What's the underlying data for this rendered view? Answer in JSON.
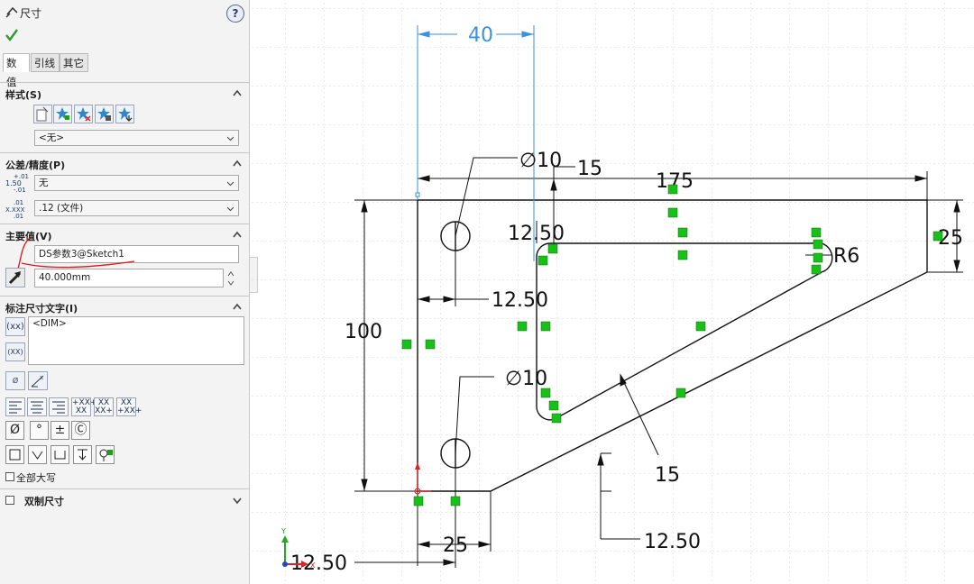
{
  "panel": {
    "title": "尺寸",
    "help": "?",
    "tabs": [
      "数值",
      "引线",
      "其它"
    ],
    "style": {
      "heading": "样式(S)",
      "preset_value": "<无>"
    },
    "tolerance": {
      "heading": "公差/精度(P)",
      "tol_icon_top": "+.01",
      "tol_icon_mid": "1.50",
      "tol_icon_bot": "-.01",
      "type_value": "无",
      "prec_icon_top": ".01",
      "prec_icon_mid": "X.XXX",
      "prec_icon_bot": ".01",
      "precision_value": ".12 (文件)"
    },
    "primary": {
      "heading": "主要值(V)",
      "name_value": "DS参数3@Sketch1",
      "value": "40.000mm"
    },
    "dimtext": {
      "heading": "标注尺寸文字(I)",
      "text": "<DIM>",
      "xx1": "(xx)",
      "xx2": "(XX)",
      "all_caps": "全部大写"
    },
    "dual": {
      "heading": "双制尺寸"
    },
    "symbols": [
      "Ø",
      "°",
      "±",
      "Ⓒ"
    ],
    "align_fmt": [
      "+XX+ XX",
      "XX XX+",
      "XX +XX+"
    ]
  },
  "drawing": {
    "dims": {
      "d40": "40",
      "d175": "175",
      "d15_top": "15",
      "d12_50_top": "12.50",
      "d25_right": "25",
      "r6": "R6",
      "d100": "100",
      "d12_50_left": "12.50",
      "d10_top": "10",
      "d10_mid": "10",
      "d15_diag": "15",
      "d12_50_right": "12.50",
      "d25_bottom": "25",
      "d12_50_bottom": "12.50"
    },
    "axis": {
      "y": "Y",
      "x": "X"
    },
    "colors": {
      "dim_selected": "#3d8fe0",
      "relation": "#19c019",
      "line": "#111111"
    }
  }
}
